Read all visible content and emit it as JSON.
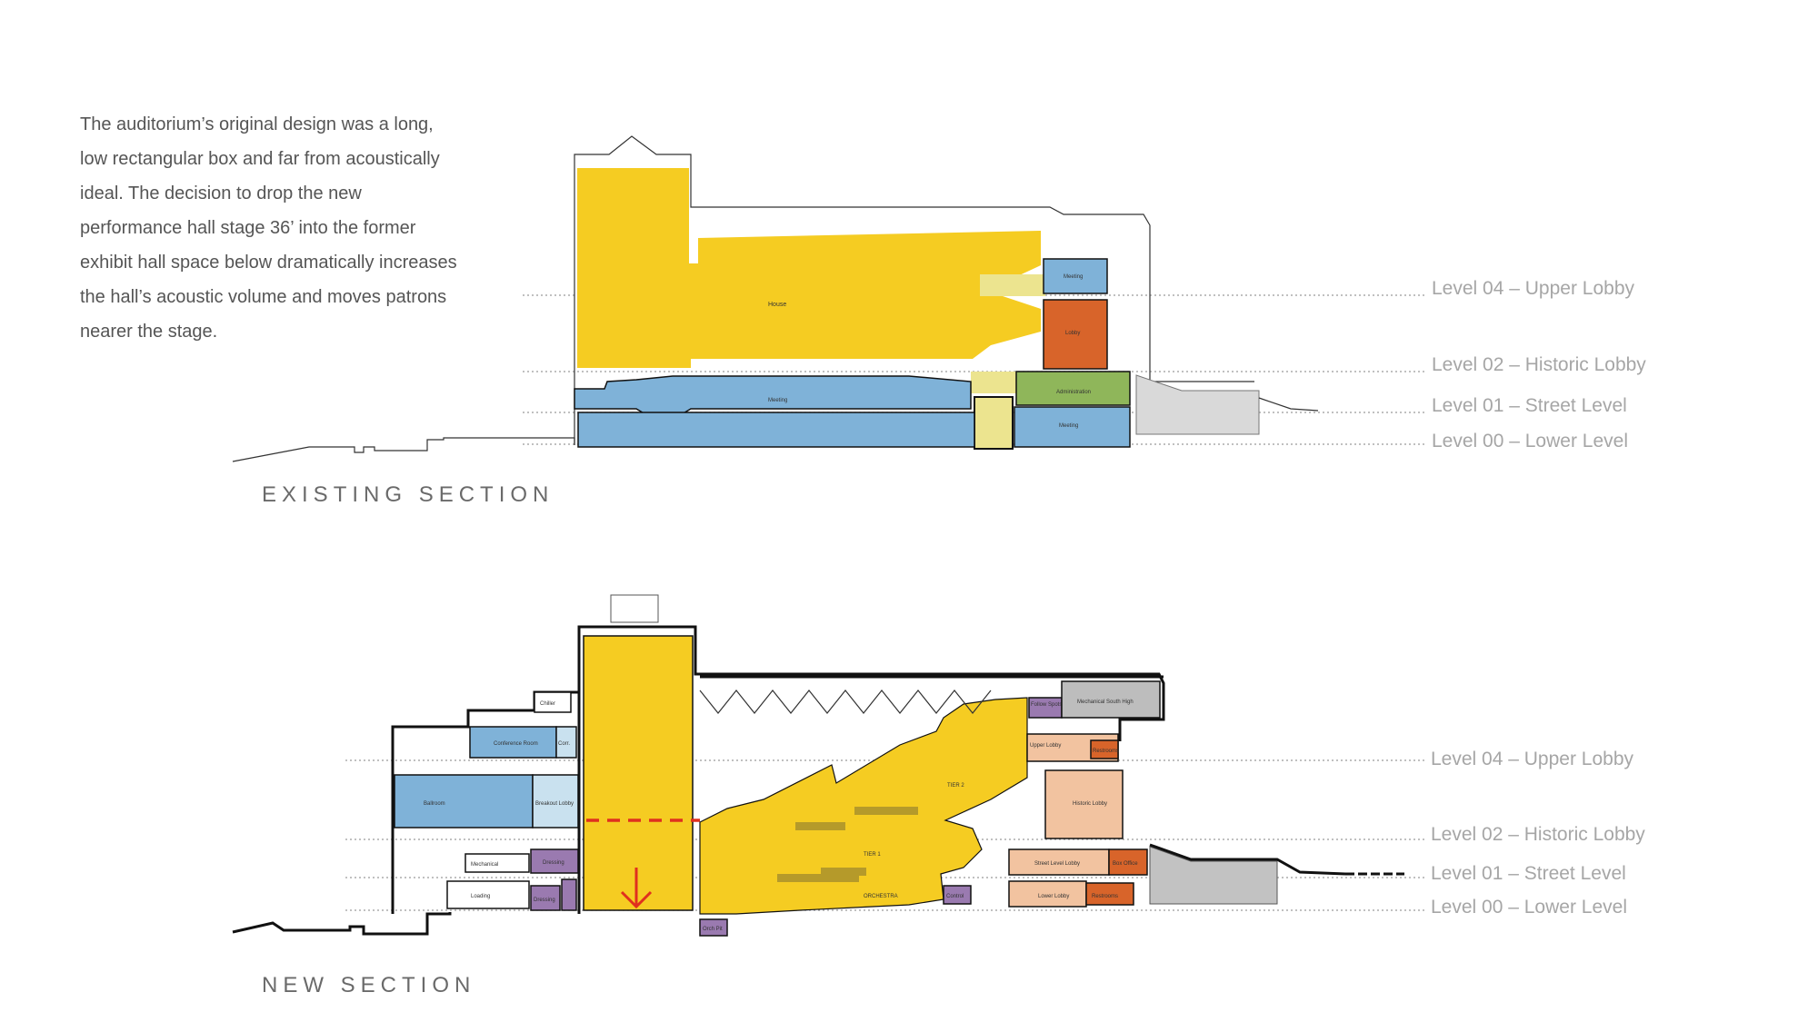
{
  "intro": {
    "paragraph": "The auditorium’s original design was a long, low rectangular box and far from acoustically ideal. The decision to drop the new performance hall stage 36’ into the former exhibit hall space below dramatically increases the hall’s acoustic volume and moves patrons nearer the stage."
  },
  "existing": {
    "title": "EXISTING SECTION",
    "levels": [
      "Level 04 – Upper Lobby",
      "Level 02 – Historic Lobby",
      "Level 01 – Street Level",
      "Level 00 – Lower Level"
    ],
    "rooms": {
      "house": "House",
      "meeting_top": "Meeting",
      "lobby": "Lobby",
      "administration": "Administration",
      "meeting_lower": "Meeting",
      "meeting_right": "Meeting"
    }
  },
  "new": {
    "title": "NEW SECTION",
    "levels": [
      "Level 04 – Upper Lobby",
      "Level 02 – Historic Lobby",
      "Level 01 – Street Level",
      "Level 00 – Lower Level"
    ],
    "rooms": {
      "chiller": "Chiller",
      "conference_room": "Conference Room",
      "corr": "Corr.",
      "ballroom": "Ballroom",
      "breakout_lobby": "Breakout Lobby",
      "mechanical": "Mechanical",
      "dressing_1": "Dressing",
      "loading": "Loading",
      "dressing_2": "Dressing",
      "orch_pit": "Orch Pit",
      "orchestra": "ORCHESTRA",
      "tier_1": "TIER 1",
      "tier_2": "TIER 2",
      "control": "Control",
      "follow_spots": "Follow Spots",
      "mechanical_south_high": "Mechanical South High",
      "upper_lobby": "Upper Lobby",
      "restrooms_upper": "Restrooms",
      "historic_lobby": "Historic Lobby",
      "street_level_lobby": "Street Level Lobby",
      "box_office": "Box Office",
      "lower_lobby": "Lower Lobby",
      "restrooms_lower": "Restrooms"
    }
  },
  "colors": {
    "hall_yellow": "#f5cc22",
    "meeting_blue": "#7fb2d8",
    "lobby_orange": "#d8642a",
    "admin_green": "#8fb65a",
    "pale_yellow": "#ece48f",
    "support_purple": "#9a7ab0",
    "lobby_peach": "#f2c3a0",
    "service_gray": "#c2c2c2",
    "level_text": "#a6a6a6",
    "marker_red": "#e0301e"
  }
}
